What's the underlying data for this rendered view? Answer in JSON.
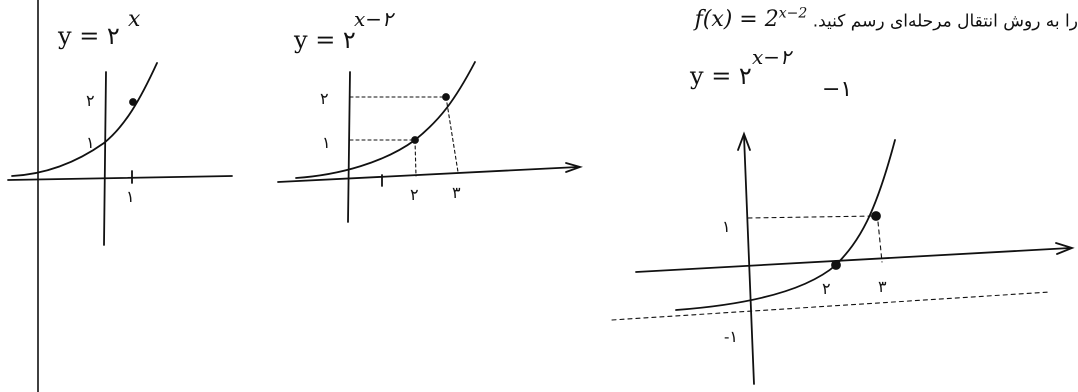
{
  "question": {
    "text": "را به روش انتقال مرحله‌ای رسم کنید.",
    "function": "f(x) = 2^(x−2)"
  },
  "graph1": {
    "equation": "y = ۲^x",
    "point": {
      "x": 1,
      "y": 2
    },
    "y_intercept": 1,
    "ticks_x": [
      "۱"
    ],
    "ticks_y": [
      "۱",
      "۲"
    ]
  },
  "graph2": {
    "equation": "y = ۲^(x−۲)",
    "points": [
      {
        "x": 2,
        "y": 1
      },
      {
        "x": 3,
        "y": 2
      }
    ],
    "ticks_x": [
      "۲",
      "۳"
    ],
    "ticks_y": [
      "۱",
      "۲"
    ]
  },
  "graph3": {
    "equation": "y = ۲^(x−۲) − ۱",
    "points": [
      {
        "x": 2,
        "y": 0
      },
      {
        "x": 3,
        "y": 1
      }
    ],
    "asymptote_y": -1,
    "ticks_x": [
      "۲",
      "۳"
    ],
    "ticks_y": [
      "۱",
      "-۱"
    ]
  }
}
